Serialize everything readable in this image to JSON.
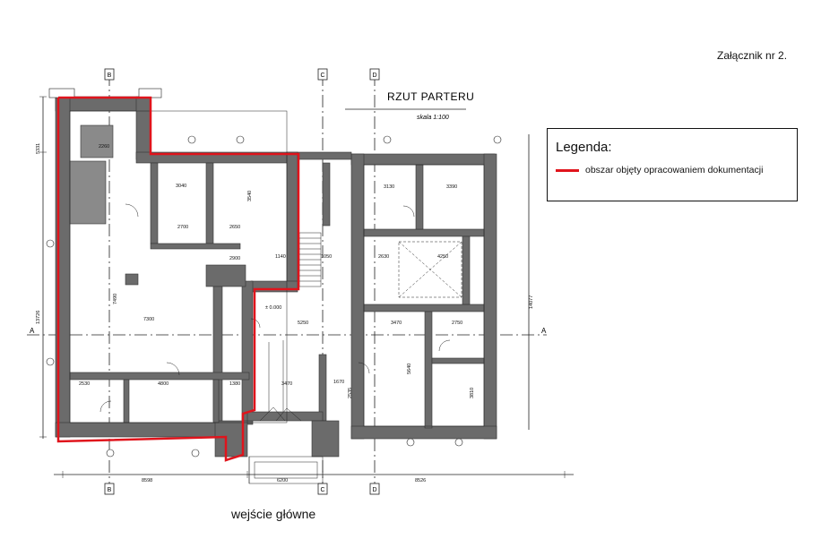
{
  "attachment": "Załącznik nr 2.",
  "plan": {
    "title": "RZUT PARTERU",
    "scale": "skala 1:100",
    "axis_a": "A",
    "axis_b": "B",
    "axis_c": "C",
    "axis_d": "D",
    "dims": {
      "d2260": "2260",
      "d3040": "3040",
      "d3540": "3540",
      "d2650": "2650",
      "d2700": "2700",
      "d2900": "2900",
      "d1140": "1140",
      "d1050": "1050",
      "d3130": "3130",
      "d3390": "3390",
      "d2630": "2630",
      "d4250": "4250",
      "d7300": "7300",
      "d7490": "7490",
      "d3470": "3470",
      "d2750": "2750",
      "d5250": "5250",
      "d1670": "1670",
      "d2530": "2530",
      "d4800": "4800",
      "d1380": "1380",
      "d3470b": "3470",
      "d5640": "5640",
      "d3810": "3810",
      "d2535": "2535",
      "d8598": "8598",
      "d6200": "6200",
      "d8526": "8526",
      "d14077": "14077",
      "d13726": "13726",
      "d5331": "5331"
    },
    "level": "± 0.000"
  },
  "legend": {
    "title": "Legenda:",
    "item": "obszar objęty opracowaniem dokumentacji",
    "color": "#e0141c"
  },
  "entrance_label": "wejście główne"
}
